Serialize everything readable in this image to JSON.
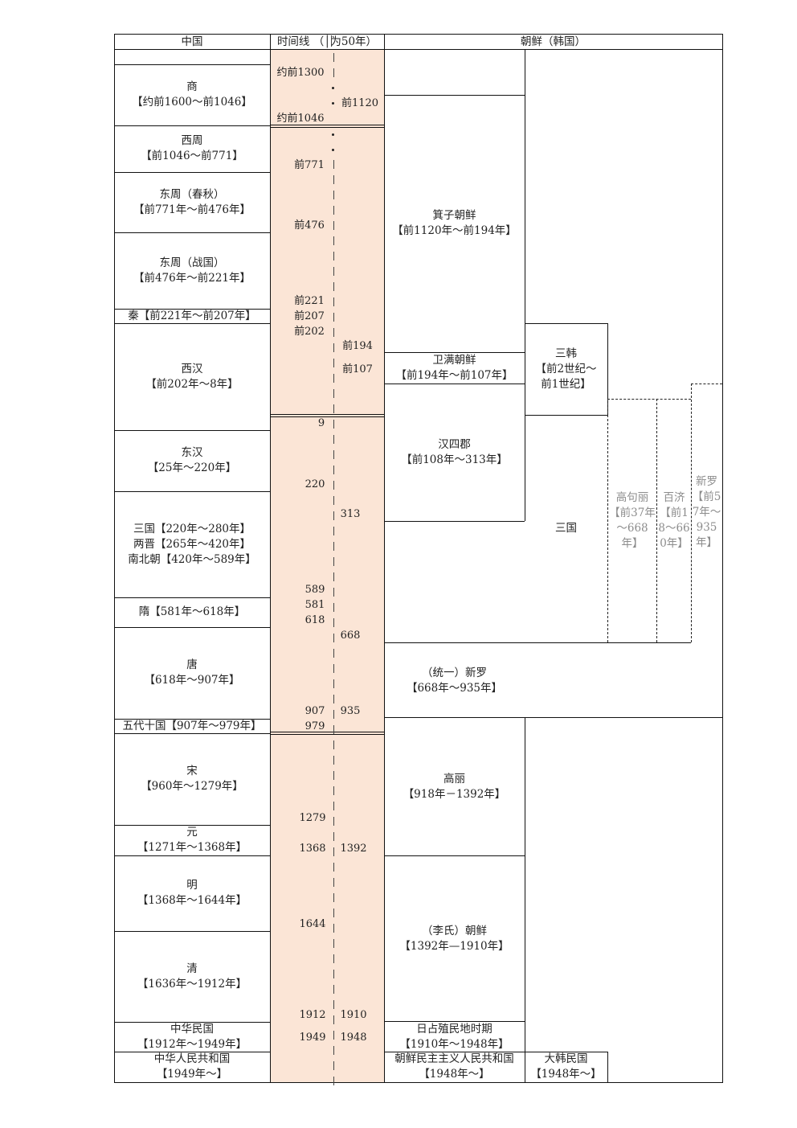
{
  "headers": {
    "china": "中国",
    "timeline": "时间线 （│为50年）",
    "korea": "朝鲜（韩国）"
  },
  "china": [
    {
      "name": "商",
      "period": "【约前1600～前1046】"
    },
    {
      "name": "西周",
      "period": "【前1046～前771】"
    },
    {
      "name": "东周（春秋）",
      "period": "【前771年～前476年】"
    },
    {
      "name": "东周（战国）",
      "period": "【前476年～前221年】"
    },
    {
      "name": "秦【前221年～前207年】",
      "period": ""
    },
    {
      "name": "西汉",
      "period": "【前202年～8年】"
    },
    {
      "name": "东汉",
      "period": "【25年～220年】"
    },
    {
      "name": "三国【220年～280年】",
      "period": "两晋【265年～420年】",
      "extra": "南北朝【420年～589年】"
    },
    {
      "name": "隋【581年～618年】",
      "period": ""
    },
    {
      "name": "唐",
      "period": "【618年～907年】"
    },
    {
      "name": "五代十国【907年～979年】",
      "period": ""
    },
    {
      "name": "宋",
      "period": "【960年～1279年】"
    },
    {
      "name": "元",
      "period": "【1271年～1368年】"
    },
    {
      "name": "明",
      "period": "【1368年～1644年】"
    },
    {
      "name": "清",
      "period": "【1636年～1912年】"
    },
    {
      "name": "中华民国",
      "period": "【1912年～1949年】"
    },
    {
      "name": "中华人民共和国",
      "period": "【1949年～】"
    }
  ],
  "timeline_left": [
    "约前1300",
    "约前1046",
    "前771",
    "前476",
    "前221",
    "前207",
    "前202",
    "9",
    "220",
    "589",
    "581",
    "618",
    "907",
    "979",
    "1279",
    "1368",
    "1644",
    "1912",
    "1949"
  ],
  "timeline_right": [
    "前1120",
    "前194",
    "前107",
    "313",
    "668",
    "935",
    "1392",
    "1910",
    "1948"
  ],
  "korea": {
    "gija": {
      "name": "箕子朝鲜",
      "period": "【前1120年～前194年】"
    },
    "wiman": {
      "name": "卫满朝鲜",
      "period": "【前194年～前107年】"
    },
    "han4": {
      "name": "汉四郡",
      "period": "【前108年～313年】"
    },
    "samhan": {
      "name": "三韩",
      "period": "【前2世纪～",
      "period2": "前1世纪】"
    },
    "sanguo": {
      "name": "三国"
    },
    "goguryeo": {
      "name": "高句丽【前37年～668年】"
    },
    "baekje": {
      "name": "百济【前18～660年】"
    },
    "silla": {
      "name": "新罗【前57年～935年】"
    },
    "unified_silla": {
      "name": "（统一）新罗",
      "period": "【668年～935年】"
    },
    "goryeo": {
      "name": "高丽",
      "period": "【918年－1392年】"
    },
    "joseon": {
      "name": "（李氏）朝鲜",
      "period": "【1392年—1910年】"
    },
    "japan_rule": {
      "name": "日占殖民地时期",
      "period": "【1910年～1948年】"
    },
    "dprk": {
      "name": "朝鲜民主主义人民共和国",
      "period": "【1948年～】"
    },
    "rok": {
      "name": "大韩民国",
      "period": "【1948年～】"
    }
  },
  "colors": {
    "timeline_bg": "#fbe5d6",
    "gray_text": "#8c8c8c",
    "line": "#111111"
  }
}
